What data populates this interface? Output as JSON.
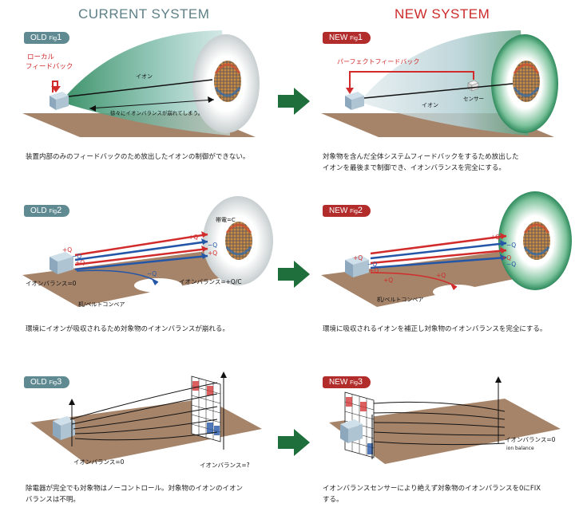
{
  "headers": {
    "current": "CURRENT SYSTEM",
    "new": "NEW SYSTEM"
  },
  "badge_prefix": {
    "old": "OLD",
    "new": "NEW",
    "fig": "Fig"
  },
  "panels": {
    "old1": {
      "num": "1",
      "local_feedback": "ローカル\nフィードバック",
      "ion": "イオン",
      "imbalance": "徐々にイオンバランスが崩れてしまう。",
      "caption": "装置内部のみのフィードバックのため放出したイオンの制御ができない。"
    },
    "new1": {
      "num": "1",
      "perfect_feedback": "パーフェクトフィードバック",
      "sensor": "センサー",
      "ion": "イオン",
      "caption": "対象物を含んだ全体システムフィードバックをするため放出した\nイオンを最後まで制御でき、イオンバランスを完全にする。"
    },
    "old2": {
      "num": "2",
      "charge": "帯電=C",
      "plus_q": "+Q",
      "minus_q": "−Q",
      "balance_zero": "イオンバランス=0",
      "balance_qc": "イオンバランス=+Q/C",
      "conveyor": "机/ベルトコンベア",
      "caption": "環境にイオンが吸収されるため対象物のイオンバランスが崩れる。"
    },
    "new2": {
      "num": "2",
      "plus_q": "+Q",
      "minus_q": "−Q",
      "conveyor": "机/ベルトコンベア",
      "caption": "環境に吸収されるイオンを補正し対象物のイオンバランスを完全にする。"
    },
    "old3": {
      "num": "3",
      "balance_zero": "イオンバランス=0",
      "balance_unknown": "イオンバランス=?",
      "caption": "除電器が完全でも対象物はノーコントロール。対象物のイオンのイオン\nバランスは不明。"
    },
    "new3": {
      "num": "3",
      "balance_zero": "イオンバランス=0",
      "ion_balance_en": "ion balance",
      "caption": "イオンバランスセンサーにより絶えず対象物のイオンバランスを0にFIX\nする。"
    }
  },
  "colors": {
    "old_badge": "#5f8a92",
    "new_badge": "#b32c2c",
    "floor": "#a6846a",
    "arrow": "#1f6f3c",
    "plus": "#d12b2b",
    "minus": "#2456a8",
    "cloud": "#3f9a72"
  }
}
